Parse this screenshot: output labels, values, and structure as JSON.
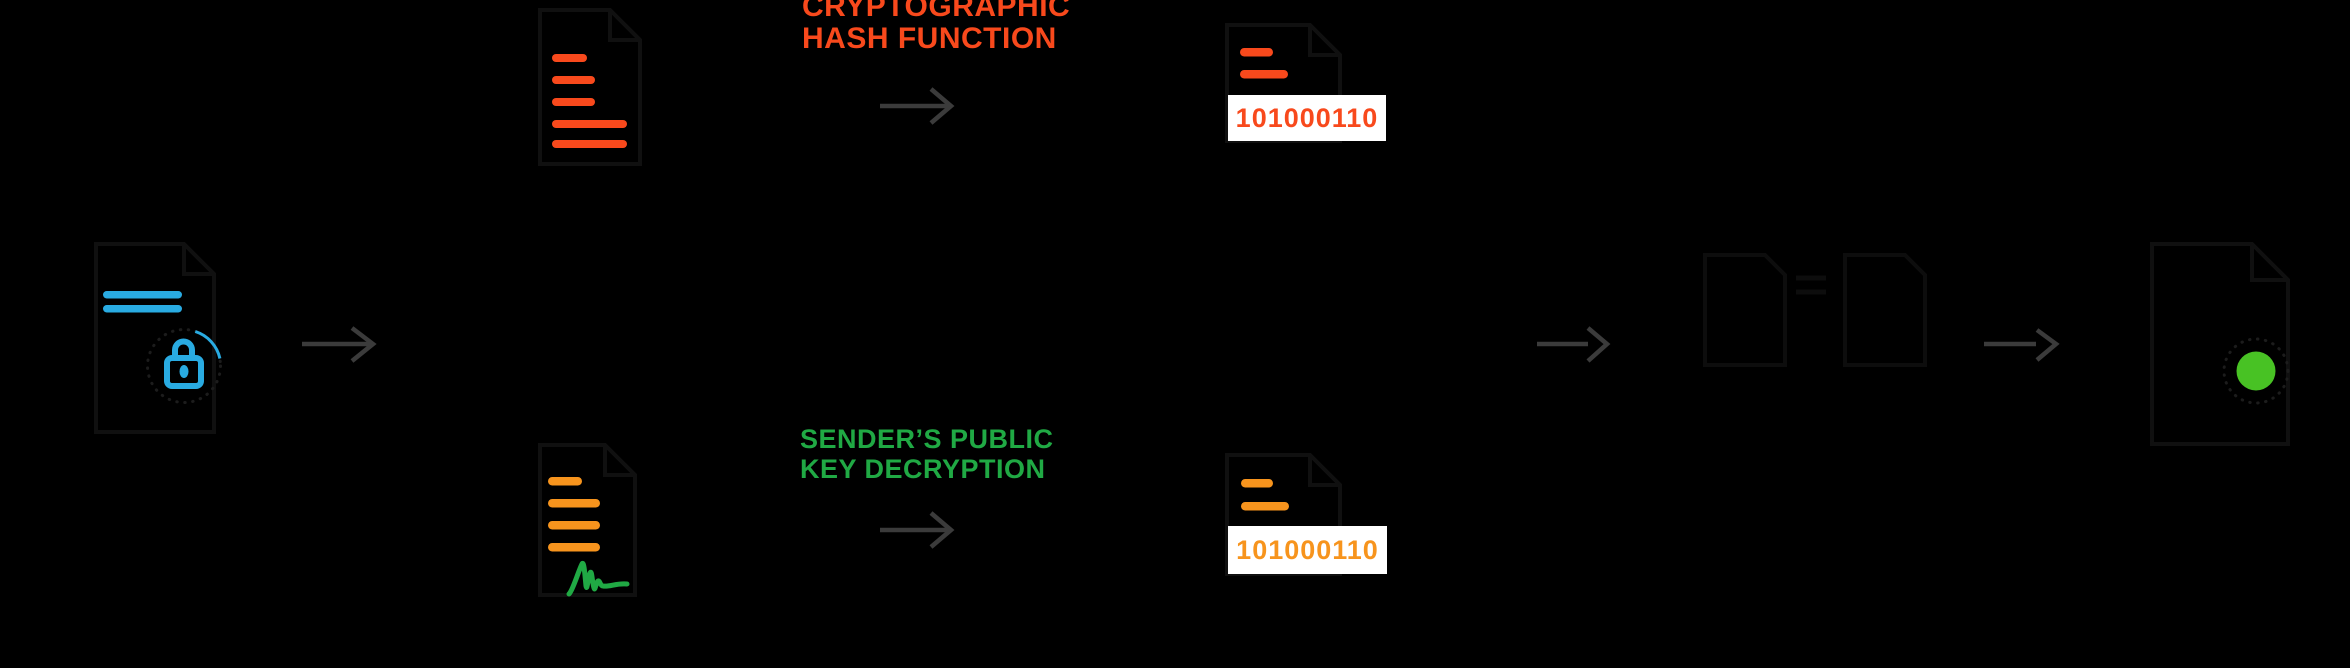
{
  "colors": {
    "background": "#000000",
    "doc_outline": "#101010",
    "dotted": "#1C1C1C",
    "faint": "#0D0D0D",
    "blue": "#29ABE2",
    "red_orange": "#F8491C",
    "orange": "#F7941D",
    "green": "#20A944",
    "lime": "#48C224",
    "arrow": "#3B3B3B",
    "box_bg": "#FFFFFF"
  },
  "flow": {
    "source_document": {
      "icon": "document-lock-icon",
      "accent_color": "#29ABE2"
    },
    "hash_branch": {
      "step_label_line1": "CRYPTOGRAPHIC",
      "step_label_line2": "HASH FUNCTION",
      "label_color": "#F8491C",
      "document_icon": "document-text-icon",
      "hash_document_icon": "hash-document-icon",
      "hash_value": "101000110",
      "hash_value_color": "#F8491C"
    },
    "decrypt_branch": {
      "step_label_line1": "SENDER’S PUBLIC",
      "step_label_line2": "KEY DECRYPTION",
      "label_color": "#20A944",
      "document_icon": "signed-document-icon",
      "signature_icon": "signature-scribble-icon",
      "hash_document_icon": "hash-document-icon",
      "hash_value": "101000110",
      "hash_value_color": "#F7941D"
    },
    "result": {
      "icon": "match-dot-icon",
      "dot_color": "#48C224"
    }
  },
  "icons": {
    "lock-icon": "padlock outline in circle",
    "document-icon": "page with folded top-right corner",
    "signature-scribble-icon": "handwritten signature squiggle",
    "arrow-right-icon": "thin right arrow",
    "match-dot-icon": "solid green circle in dotted ring"
  }
}
